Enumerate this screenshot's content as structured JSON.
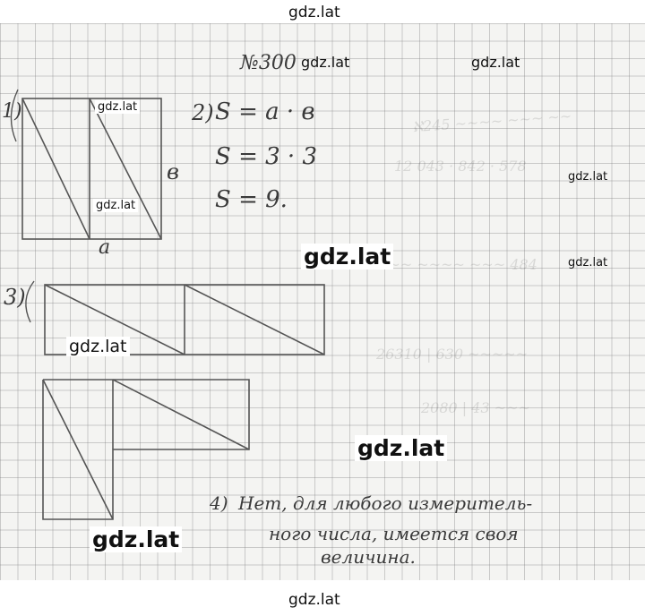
{
  "watermark": "gdz.lat",
  "problem_number": "№300",
  "part1": {
    "label": "1)",
    "side_b": "в",
    "side_a": "а"
  },
  "part2": {
    "label": "2)",
    "formula": "S = a · в",
    "substitution": "S = 3 · 3",
    "result": "S = 9."
  },
  "part3": {
    "label": "3)"
  },
  "part4": {
    "label": "4)",
    "lines": [
      "Нет, для любого измеритель-",
      "ного числа, имеется своя",
      "величина."
    ]
  }
}
